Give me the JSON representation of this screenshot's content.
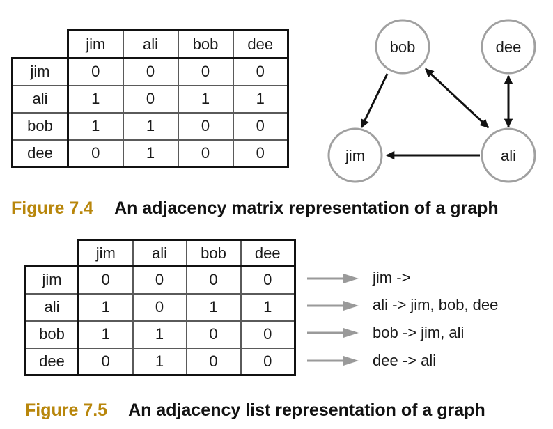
{
  "figure_7_4": {
    "matrix": {
      "columns": [
        "jim",
        "ali",
        "bob",
        "dee"
      ],
      "rows": [
        {
          "label": "jim",
          "values": [
            "0",
            "0",
            "0",
            "0"
          ]
        },
        {
          "label": "ali",
          "values": [
            "1",
            "0",
            "1",
            "1"
          ]
        },
        {
          "label": "bob",
          "values": [
            "1",
            "1",
            "0",
            "0"
          ]
        },
        {
          "label": "dee",
          "values": [
            "0",
            "1",
            "0",
            "0"
          ]
        }
      ]
    },
    "graph": {
      "nodes": [
        "bob",
        "dee",
        "jim",
        "ali"
      ],
      "edges": [
        {
          "from": "bob",
          "to": "jim"
        },
        {
          "from": "bob",
          "to": "ali"
        },
        {
          "from": "ali",
          "to": "bob"
        },
        {
          "from": "ali",
          "to": "jim"
        },
        {
          "from": "ali",
          "to": "dee"
        },
        {
          "from": "dee",
          "to": "ali"
        }
      ],
      "node_stroke": "#a0a0a0",
      "edge_color": "#111111"
    },
    "caption": {
      "figure_label": "Figure 7.4",
      "text": "An adjacency matrix representation of a graph"
    }
  },
  "figure_7_5": {
    "matrix": {
      "columns": [
        "jim",
        "ali",
        "bob",
        "dee"
      ],
      "rows": [
        {
          "label": "jim",
          "values": [
            "0",
            "0",
            "0",
            "0"
          ]
        },
        {
          "label": "ali",
          "values": [
            "1",
            "0",
            "1",
            "1"
          ]
        },
        {
          "label": "bob",
          "values": [
            "1",
            "1",
            "0",
            "0"
          ]
        },
        {
          "label": "dee",
          "values": [
            "0",
            "1",
            "0",
            "0"
          ]
        }
      ]
    },
    "adjacency_list": [
      "jim ->",
      "ali -> jim, bob, dee",
      "bob -> jim, ali",
      "dee -> ali"
    ],
    "arrow_color": "#9a9a9a",
    "caption": {
      "figure_label": "Figure 7.5",
      "text": "An adjacency list representation of a graph"
    }
  },
  "colors": {
    "figure_label": "#b8860b",
    "caption_text": "#111111"
  }
}
